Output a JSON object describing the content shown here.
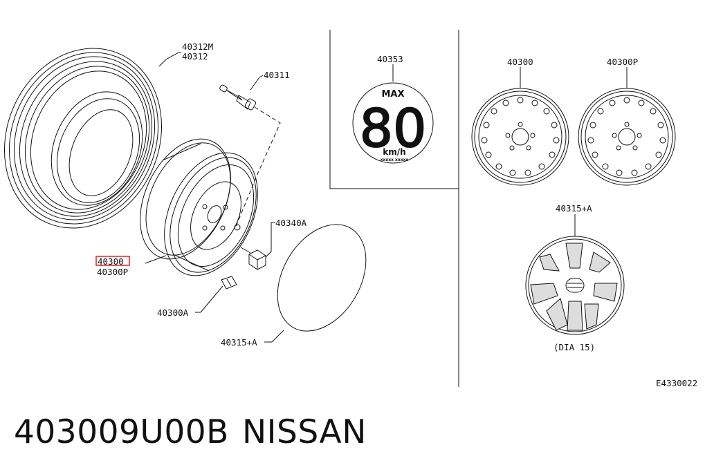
{
  "callouts": {
    "tire_top": "40312M",
    "tire_bottom": "40312",
    "valve": "40311",
    "wheel_highlighted": "40300",
    "wheel_alt": "40300P",
    "balance_weight": "40300A",
    "nut": "40340A",
    "cover_left": "40315+A",
    "label_speed": "40353",
    "steel_wheel_a": "40300",
    "steel_wheel_b": "40300P",
    "cover_right": "40315+A",
    "dia_note": "(DIA 15)",
    "diagram_code": "E4330022"
  },
  "speed_label": {
    "max_text": "MAX",
    "speed_value": "80",
    "unit_text": "km/h",
    "fine_print": "xxxxx xxxxx"
  },
  "footer": {
    "part_number": "403009U00B",
    "brand": "NISSAN"
  },
  "colors": {
    "line": "#111111",
    "highlight_box": "#e02020",
    "background": "#ffffff"
  }
}
